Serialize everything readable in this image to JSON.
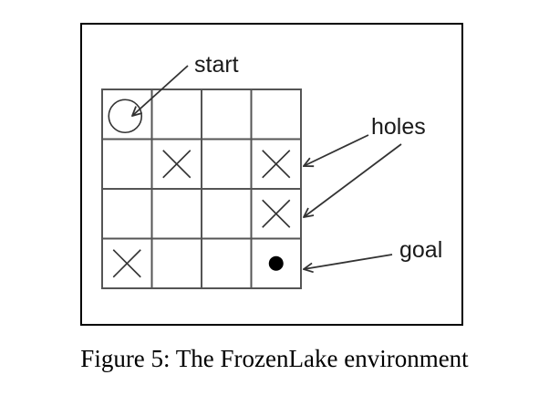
{
  "diagram": {
    "grid": {
      "rows": 4,
      "cols": 4,
      "cells": [
        [
          "start",
          "empty",
          "empty",
          "empty"
        ],
        [
          "empty",
          "hole",
          "empty",
          "hole"
        ],
        [
          "empty",
          "empty",
          "empty",
          "hole"
        ],
        [
          "hole",
          "empty",
          "empty",
          "goal"
        ]
      ]
    },
    "labels": {
      "start": "start",
      "holes": "holes",
      "goal": "goal"
    },
    "colors": {
      "grid_line": "#555555",
      "marker": "#333333",
      "goal": "#000000"
    }
  },
  "caption": "Figure 5: The FrozenLake environment"
}
